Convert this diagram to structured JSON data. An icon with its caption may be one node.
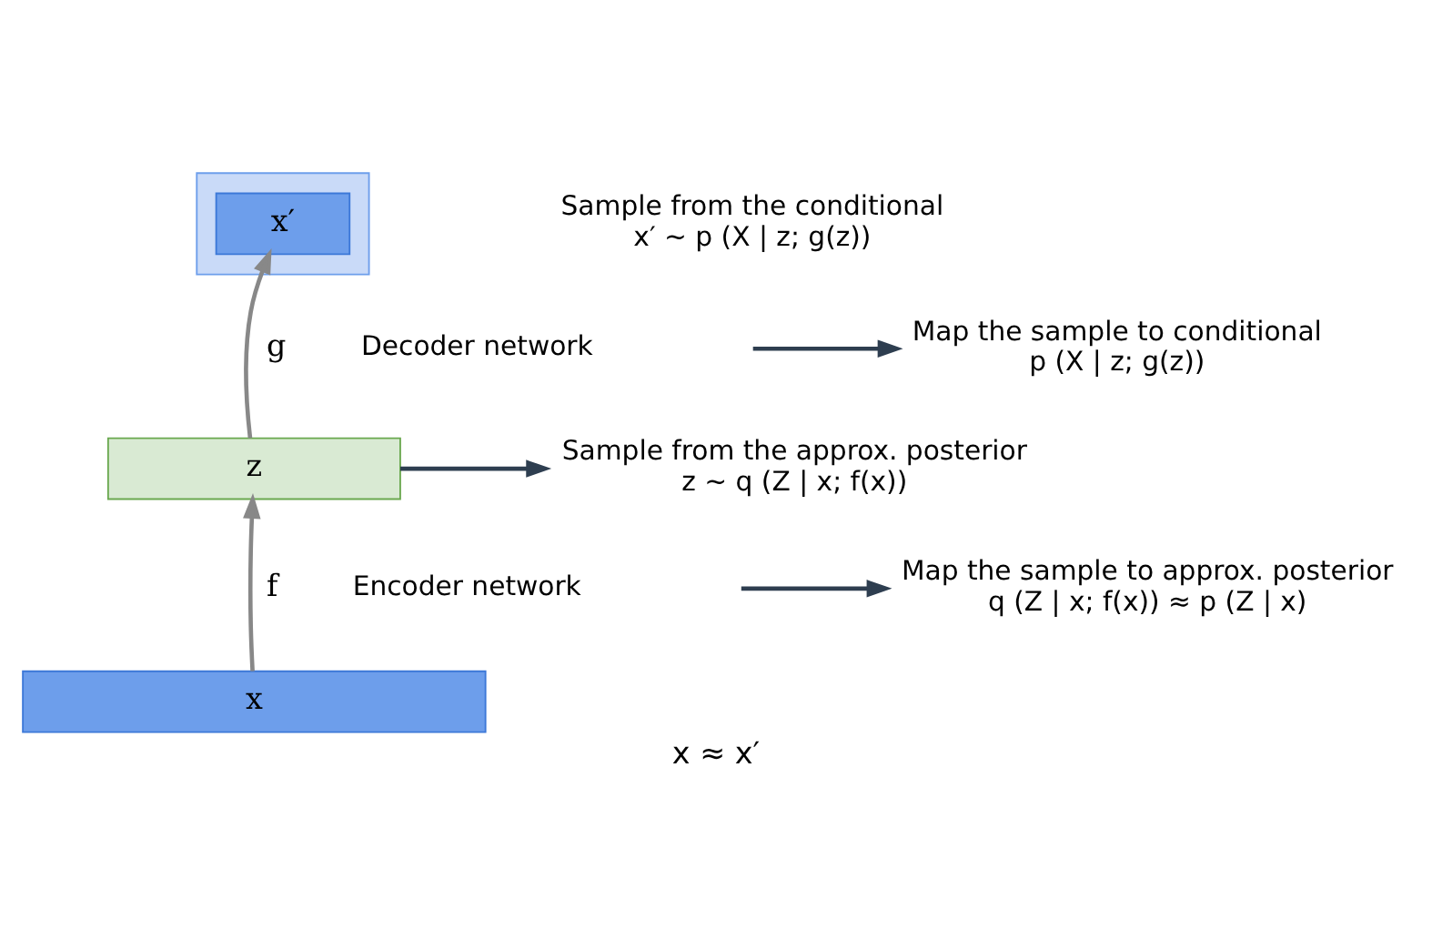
{
  "diagram": {
    "caption": "x ≈ x′",
    "nodes": [
      {
        "text": [],
        "shape": "box"
      },
      {
        "text": [
          "x′"
        ],
        "in": 0
      },
      {
        "text": [
          "z"
        ]
      },
      {
        "text": [
          "x"
        ]
      },
      {
        "text": [
          "Sample from the conditional",
          "x′ ∼ p (X | z; g(z))"
        ]
      },
      {
        "text": [
          "Map the sample to conditional",
          "p (X | z; g(z))"
        ]
      },
      {
        "text": [
          "Sample from the approx. posterior",
          "z ∼ q (Z | x; f(x))"
        ]
      },
      {
        "text": [
          "Map the sample to approx. posterior",
          "q (Z | x; f(x)) ≈ p (Z | x)"
        ]
      }
    ],
    "edges": [
      {
        "from": 3,
        "to": 2,
        "arrow": "to",
        "label": "f"
      },
      {
        "from": 2,
        "to": 1,
        "arrow": "to",
        "label": "g"
      },
      {
        "from": null,
        "to": 5,
        "arrow": "to",
        "color": "#2e3e50"
      },
      {
        "from": 2,
        "to": 6,
        "arrow": "to",
        "color": "#2e3e50"
      },
      {
        "from": null,
        "to": 7,
        "arrow": "to",
        "color": "#2e3e50"
      }
    ],
    "labels": [
      "Decoder network",
      "Encoder network"
    ]
  }
}
